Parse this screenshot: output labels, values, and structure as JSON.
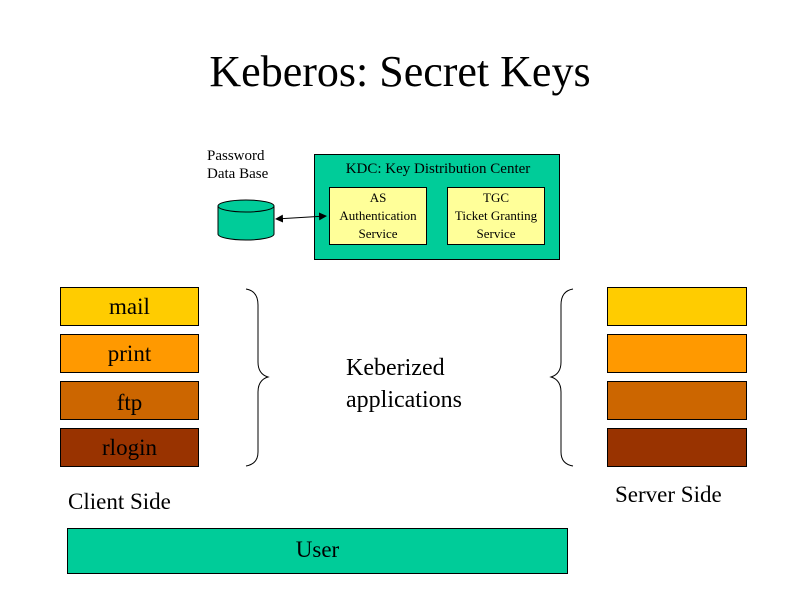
{
  "title": "Keberos: Secret Keys",
  "password_db": {
    "line1": "Password",
    "line2": "Data Base"
  },
  "kdc": {
    "title": "KDC: Key Distribution Center",
    "as": {
      "line1": "AS",
      "line2": "Authentication",
      "line3": "Service"
    },
    "tgc": {
      "line1": "TGC",
      "line2": "Ticket Granting",
      "line3": "Service"
    }
  },
  "client_apps": [
    "mail",
    "print",
    "ftp",
    "rlogin"
  ],
  "middle_label": {
    "line1": "Keberized",
    "line2": "applications"
  },
  "client_side_label": "Client Side",
  "server_side_label": "Server Side",
  "user_label": "User",
  "colors": {
    "teal": "#00cc99",
    "yellow": "#ffff99",
    "app_colors": [
      "#ffcc00",
      "#ff9900",
      "#cc6600",
      "#993300"
    ]
  }
}
